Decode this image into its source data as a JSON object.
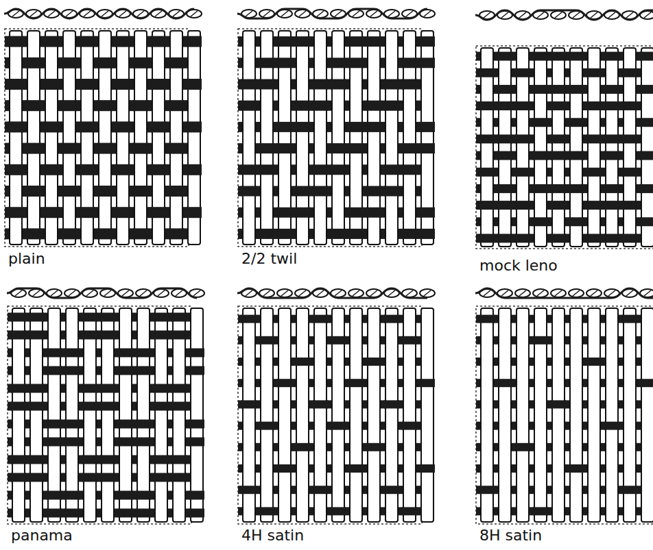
{
  "diagram": {
    "labels": [
      "plain",
      "2/2 twil",
      "mock leno",
      "panama",
      "4H satin",
      "8H satin"
    ]
  }
}
